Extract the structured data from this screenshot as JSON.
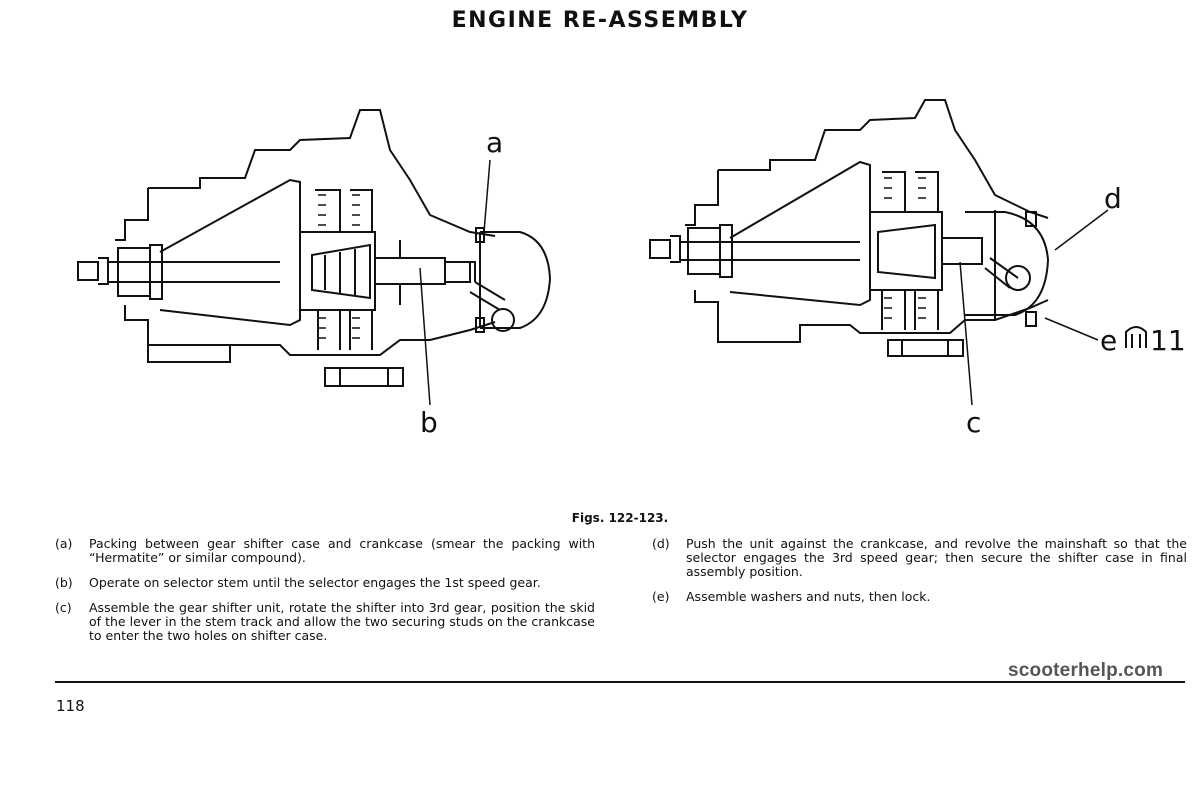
{
  "header": {
    "title": "ENGINE RE-ASSEMBLY"
  },
  "figures": {
    "left_labels": {
      "a": "a",
      "b": "b"
    },
    "right_labels": {
      "d": "d",
      "e": "e",
      "c": "c",
      "tool_num": "11"
    }
  },
  "caption": "Figs. 122-123.",
  "steps_left": [
    {
      "letter": "(a)",
      "text": "Packing between gear shifter case and crankcase (smear the packing with “Hermatite” or similar compound)."
    },
    {
      "letter": "(b)",
      "text": "Operate on selector stem until the selector engages the 1st speed gear."
    },
    {
      "letter": "(c)",
      "text": "Assemble the gear shifter unit, rotate the shifter into 3rd gear, position the skid of the lever in the stem track and allow the two securing studs on the crankcase to enter the two holes on shifter case."
    }
  ],
  "steps_right": [
    {
      "letter": "(d)",
      "text": "Push the unit against the crankcase, and revolve the mainshaft so that the selector engages the 3rd speed gear; then secure the shifter case in final assembly position."
    },
    {
      "letter": "(e)",
      "text": "Assemble washers and nuts, then lock."
    }
  ],
  "footer": {
    "page_number": "118",
    "watermark": "scooterhelp.com"
  }
}
